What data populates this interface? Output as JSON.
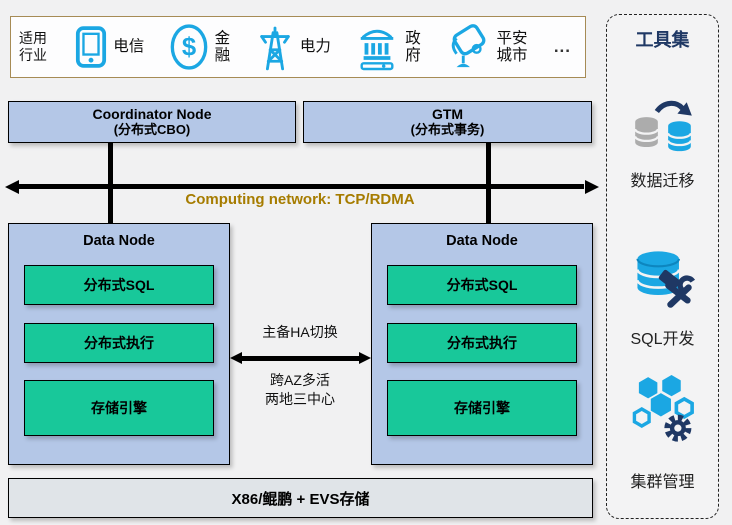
{
  "banner": {
    "label": "适用行业",
    "industries": [
      {
        "name": "电信",
        "icon": "phone-icon"
      },
      {
        "name": "金融",
        "icon": "dollar-icon"
      },
      {
        "name": "电力",
        "icon": "power-tower-icon"
      },
      {
        "name": "政府",
        "icon": "government-building-icon"
      },
      {
        "name": "平安城市",
        "icon": "cctv-camera-icon"
      }
    ],
    "more": "..."
  },
  "top_nodes": {
    "coordinator_title": "Coordinator Node",
    "coordinator_subtitle": "(分布式CBO)",
    "gtm_title": "GTM",
    "gtm_subtitle": "(分布式事务)"
  },
  "network": {
    "label": "Computing network: TCP/RDMA"
  },
  "data_node_left": {
    "title": "Data Node",
    "layers": [
      "分布式SQL",
      "分布式执行",
      "存储引擎"
    ]
  },
  "data_node_right": {
    "title": "Data Node",
    "layers": [
      "分布式SQL",
      "分布式执行",
      "存储引擎"
    ]
  },
  "replication": {
    "ha_label": "主备HA切换",
    "az_line1": "跨AZ多活",
    "az_line2": "两地三中心"
  },
  "infrastructure": {
    "label": "X86/鲲鹏 + EVS存储"
  },
  "toolset": {
    "title": "工具集",
    "tools": [
      {
        "name": "数据迁移",
        "icon": "data-migration-icon"
      },
      {
        "name": "SQL开发",
        "icon": "sql-development-icon"
      },
      {
        "name": "集群管理",
        "icon": "cluster-management-icon"
      }
    ]
  },
  "colors": {
    "node_fill": "#B4C7E7",
    "layer_fill": "#18C89A",
    "infra_fill": "#E0E4E8",
    "icon_blue": "#1BA7E3",
    "icon_navy": "#1F3864",
    "icon_gray": "#ACACAC",
    "network_label": "#A67C00",
    "banner_border": "#A68B55",
    "toolset_title": "#1F3864"
  }
}
